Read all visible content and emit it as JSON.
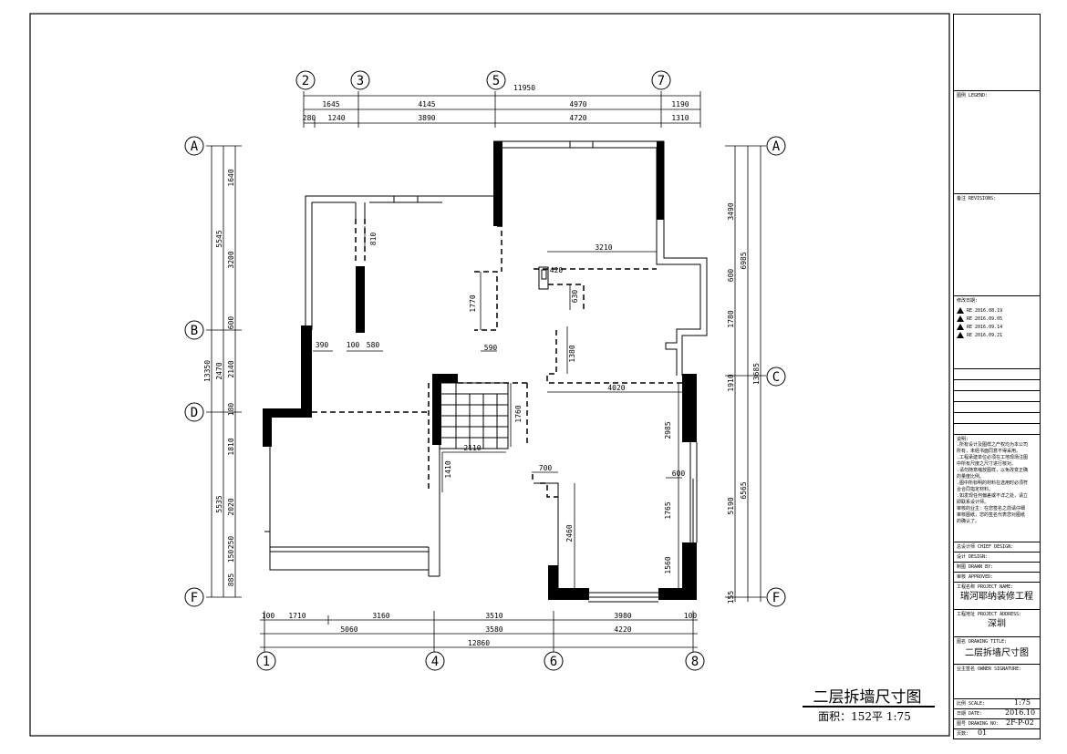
{
  "drawing": {
    "title": "二层拆墙尺寸图",
    "subtitle": "面积：152平 1:75"
  },
  "grid_labels": {
    "top": [
      "2",
      "3",
      "5",
      "7"
    ],
    "bottom": [
      "1",
      "4",
      "6",
      "8"
    ],
    "left": [
      "A",
      "B",
      "D",
      "F"
    ],
    "right": [
      "A",
      "C",
      "F"
    ]
  },
  "dimensions": {
    "top_total": "11950",
    "top_row1": [
      "1645",
      "4145",
      "4970",
      "1190"
    ],
    "top_row2": [
      "280",
      "1240",
      "3890",
      "4720",
      "1310"
    ],
    "bottom_row1": [
      "100",
      "1710",
      "3160",
      "3510",
      "3980",
      "100"
    ],
    "bottom_row2": [
      "5060",
      "3580",
      "4220"
    ],
    "bottom_total": "12860",
    "left_row1": [
      "1640",
      "3200",
      "600",
      "2140",
      "180",
      "1810",
      "2020",
      "250",
      "150",
      "885"
    ],
    "left_row2": [
      "5545",
      "2470",
      "5535"
    ],
    "left_total": "13350",
    "right_row1": [
      "3490",
      "600",
      "1780",
      "1910",
      "5190",
      "155"
    ],
    "right_row2": [
      "6985",
      "6565"
    ],
    "right_total": "13685",
    "interior": [
      "810",
      "1770",
      "590",
      "3210",
      "420",
      "630",
      "1380",
      "390",
      "100",
      "580",
      "4020",
      "1760",
      "2110",
      "1410",
      "2985",
      "700",
      "600",
      "1765",
      "2460",
      "1560"
    ]
  },
  "title_block": {
    "legend_label": "图例 LEGEND:",
    "revisions_label": "备注 REVISIONS:",
    "revision_dates_label": "修改日期:",
    "revisions": [
      "RE 2016.08.19",
      "RE 2016.09.05",
      "RE 2016.09.14",
      "RE 2016.09.21"
    ],
    "notes_label": "说明:",
    "notes": [
      ".所有设计及图样之产权均为本公司",
      " 所有，未经书面同意不得采用。",
      ".工程承建单位必须在工地现场注图",
      " 中所有尺度之尺寸进行核对。",
      ".请勿随意缩放图样，以免改变正确",
      " 的量度比例。",
      ".图中所标明的材料在选用时必须符",
      " 合合同指定材料。",
      ".如发现任何偏差或不详之处，请立",
      " 即联系设计师。",
      "审核的业主：在您签名之前请仔细",
      " 审核图纸，您的签名代表您对图纸",
      " 的确认了。"
    ],
    "chief_designer_label": "总设计师 CHIEF DESIGN:",
    "designer_label": "设计 DESIGN:",
    "drawn_by_label": "制图 DRAWN BY:",
    "approved_label": "审核 APPROVED:",
    "project_name_label": "工程名称 PROJECT NAME:",
    "project_name": "瑞河耶纳装修工程",
    "project_address_label": "工程地址 PROJECT ADDRESS:",
    "project_address": "深圳",
    "drawing_title_label": "图名 DRAWING TITLE:",
    "drawing_title": "二层拆墙尺寸图",
    "owner_signature_label": "业主签名 OWNER SIGNATURE:",
    "scale_label": "比例 SCALE:",
    "scale": "1:75",
    "date_label": "日期 DATE:",
    "date": "2016.10",
    "drawing_no_label": "图号 DRAWING NO:",
    "drawing_no": "2F-P-02",
    "page_label": "页数:",
    "page": "01"
  }
}
